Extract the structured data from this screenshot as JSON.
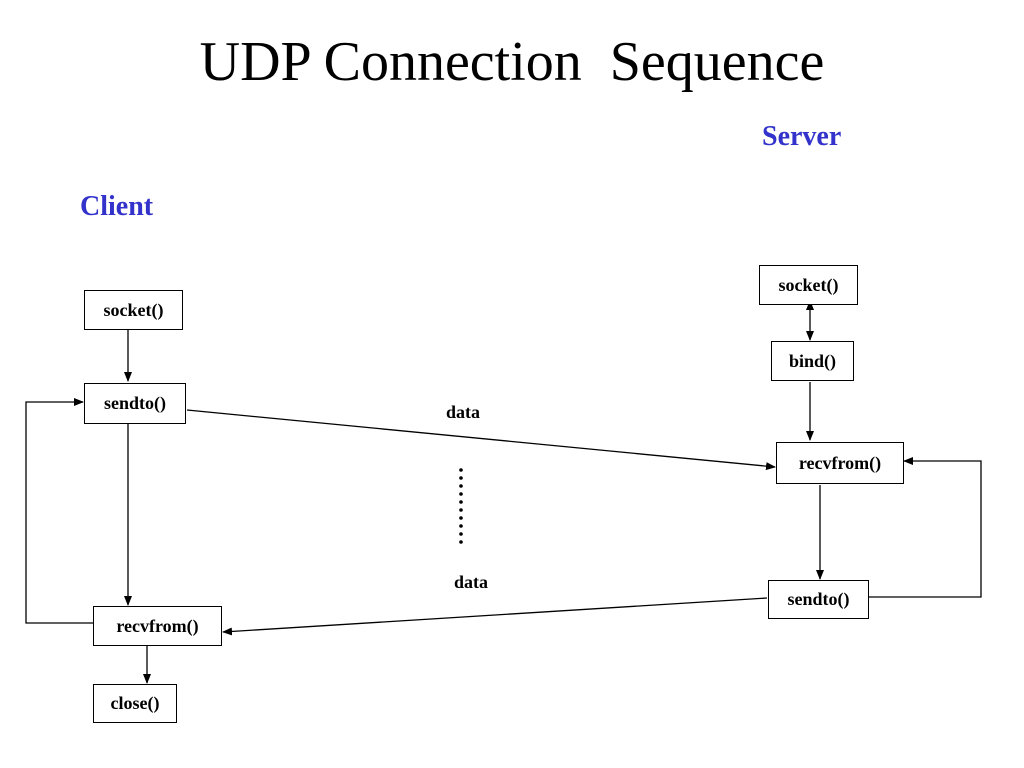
{
  "title": "UDP Connection  Sequence",
  "accent_color": "#3333cc",
  "labels": {
    "client": "Client",
    "server": "Server"
  },
  "client": {
    "socket": "socket()",
    "sendto": "sendto()",
    "recvfrom": "recvfrom()",
    "close": "close()"
  },
  "server": {
    "socket": "socket()",
    "bind": "bind()",
    "recvfrom": "recvfrom()",
    "sendto": "sendto()"
  },
  "messages": {
    "request": "data",
    "reply": "data"
  }
}
